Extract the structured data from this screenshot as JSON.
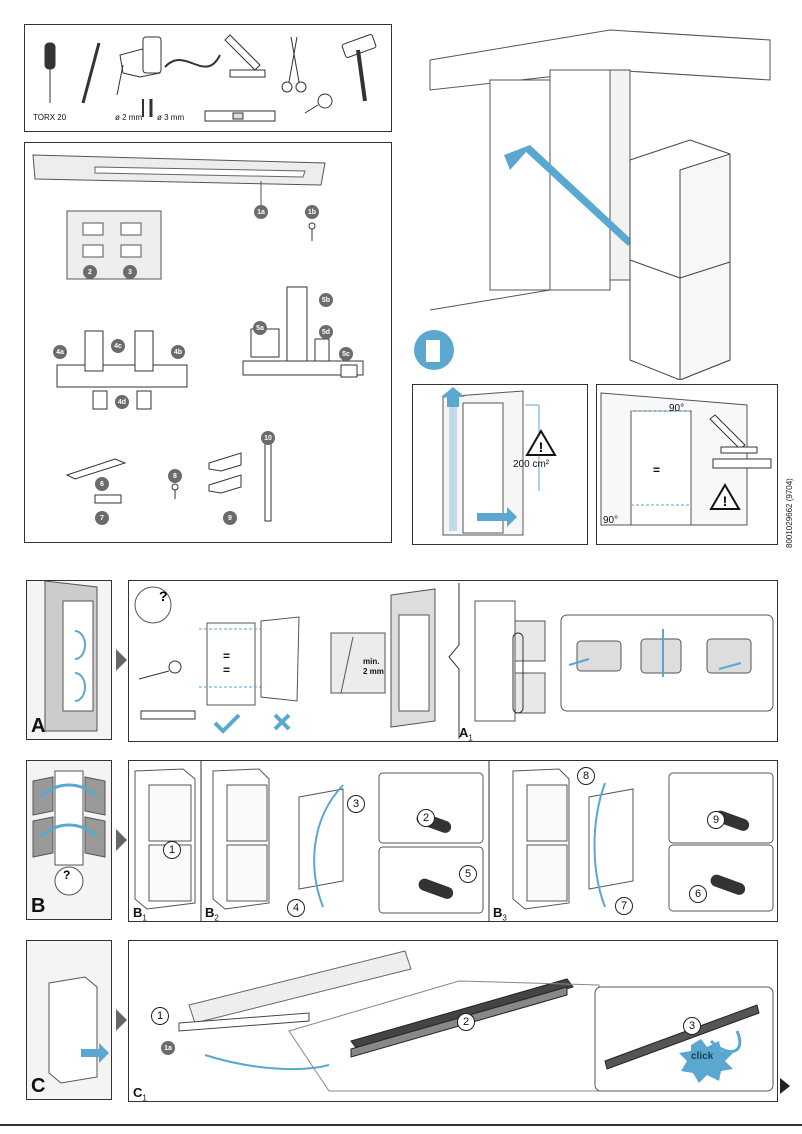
{
  "tools": {
    "torx_label": "TORX 20",
    "drill_2": "ø 2 mm",
    "drill_3": "ø 3 mm"
  },
  "parts": {
    "p1a": "1a",
    "p1b": "1b",
    "p2": "2",
    "p3": "3",
    "p4a": "4a",
    "p4b": "4b",
    "p4c": "4c",
    "p4d": "4d",
    "p5a": "5a",
    "p5b": "5b",
    "p5c": "5c",
    "p5d": "5d",
    "p6": "6",
    "p7": "7",
    "p8": "8",
    "p9": "9",
    "p10": "10"
  },
  "ventilation": {
    "area": "200 cm²"
  },
  "squareness": {
    "angle_top": "90°",
    "angle_bottom": "90°",
    "equal": "="
  },
  "doc_code": "8001029662 (9704)",
  "section_a": {
    "letter": "A",
    "sub": "A",
    "sub_index": "1",
    "min_label": "min.",
    "min_value": "2 mm",
    "equal": "="
  },
  "section_b": {
    "letter": "B",
    "b1": "B",
    "b1_index": "1",
    "b2": "B",
    "b2_index": "2",
    "b3": "B",
    "b3_index": "3",
    "steps": [
      "1",
      "2",
      "3",
      "4",
      "5",
      "6",
      "7",
      "8",
      "9"
    ]
  },
  "section_c": {
    "letter": "C",
    "sub": "C",
    "sub_index": "1",
    "steps": [
      "1",
      "2",
      "3"
    ],
    "badge_1a": "1a",
    "click": "click"
  },
  "colors": {
    "accent_blue": "#5aa7d0",
    "line": "#333333",
    "badge_gray": "#6b6b6b"
  }
}
